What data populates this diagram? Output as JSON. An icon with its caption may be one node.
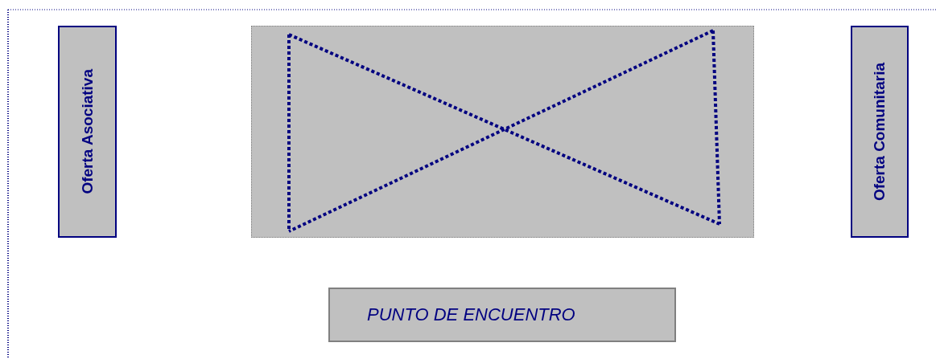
{
  "diagram": {
    "nodes": [
      {
        "text": [
          "Oferta Asociativa"
        ]
      },
      {
        "text": [],
        "shape": "box"
      },
      {
        "text": [
          "Oferta Comunitaria"
        ]
      },
      {
        "text": [
          "PUNTO DE ENCUENTRO"
        ]
      }
    ],
    "edges": []
  }
}
